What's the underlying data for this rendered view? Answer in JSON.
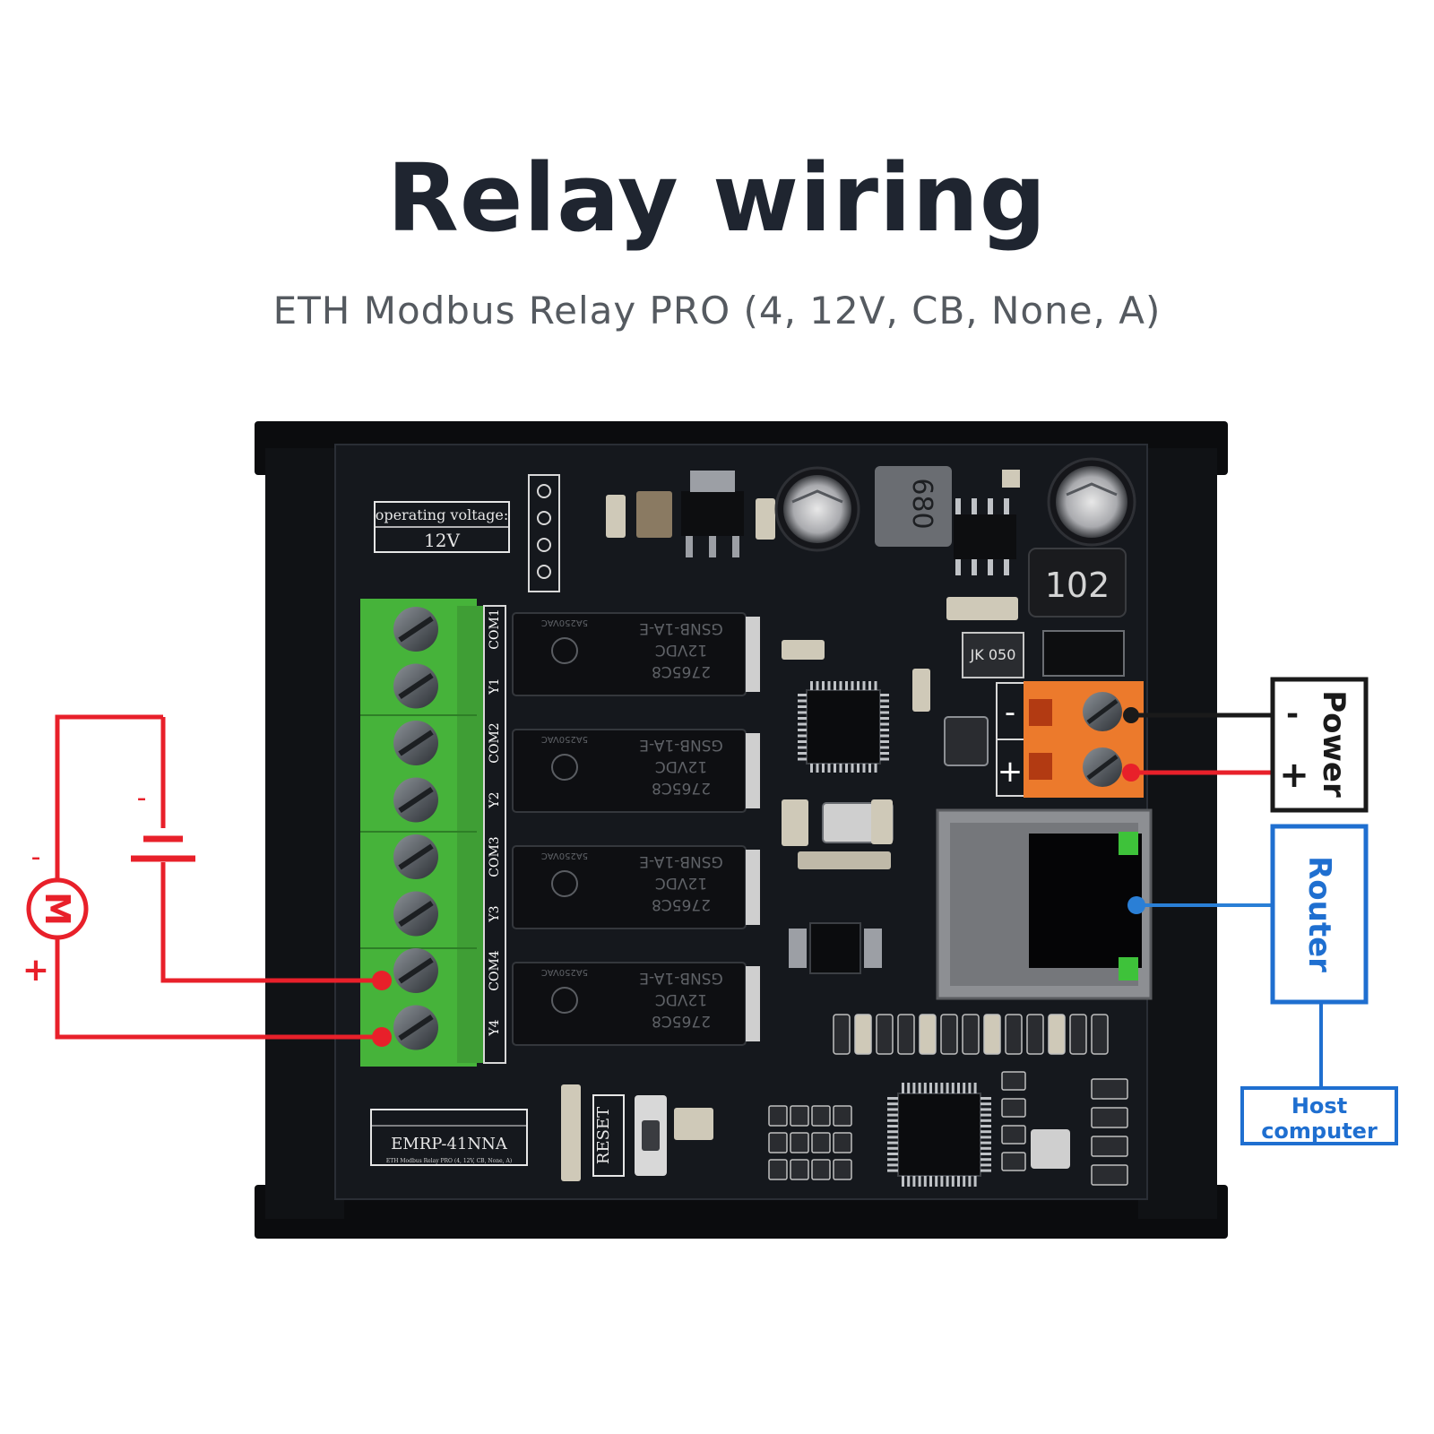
{
  "header": {
    "title": "Relay wiring",
    "subtitle": "ETH Modbus Relay PRO (4, 12V, CB, None, A)"
  },
  "board": {
    "voltage_label": "operating voltage:",
    "voltage_value": "12V",
    "model": "EMRP-41NNA",
    "model_small": "ETH Modbus Relay PRO (4, 12V, CB, None, A)",
    "reset_label": "RESET",
    "inductor_top": "680",
    "inductor_right": "102",
    "chip_jk": "JK 050",
    "terminal_labels": [
      "COM1",
      "Y1",
      "COM2",
      "Y2",
      "COM3",
      "Y3",
      "COM4",
      "Y4"
    ],
    "relay_lines": [
      "GSNB-1A-E",
      "12VDC",
      "2765C8"
    ],
    "relay_voltage": "5A250VAC",
    "power_minus": "-",
    "power_plus": "+"
  },
  "callouts": {
    "power_label": "Power",
    "power_minus": "-",
    "power_plus": "+",
    "router_label": "Router",
    "host_line1": "Host",
    "host_line2": "computer"
  },
  "load": {
    "motor_label": "M",
    "motor_minus": "-",
    "motor_plus": "+",
    "battery_minus": "-"
  },
  "colors": {
    "title": "#1f2530",
    "subtitle": "#555a60",
    "board": "#15181d",
    "terminal_green": "#46b33a",
    "terminal_orange": "#ec7a2c",
    "wire_red": "#e8202a",
    "wire_blue": "#2a7fd6",
    "router_blue": "#1f6fd0",
    "black_wire": "#1a1a1a"
  }
}
